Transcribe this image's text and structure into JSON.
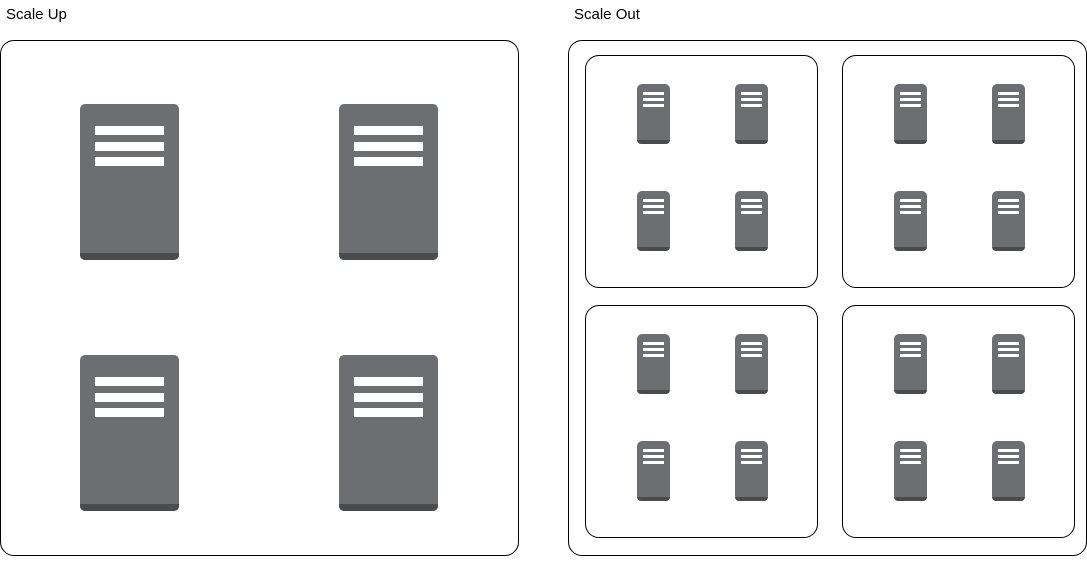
{
  "scale_up": {
    "title": "Scale Up",
    "servers": [
      "server",
      "server",
      "server",
      "server"
    ]
  },
  "scale_out": {
    "title": "Scale Out",
    "clusters": [
      {
        "servers": [
          "server",
          "server",
          "server",
          "server"
        ]
      },
      {
        "servers": [
          "server",
          "server",
          "server",
          "server"
        ]
      },
      {
        "servers": [
          "server",
          "server",
          "server",
          "server"
        ]
      },
      {
        "servers": [
          "server",
          "server",
          "server",
          "server"
        ]
      }
    ]
  },
  "icons": {
    "server": "server-icon"
  },
  "colors": {
    "server_body": "#6d6e71",
    "server_base": "#4a4b4d",
    "server_slot": "#ffffff",
    "border": "#000000"
  }
}
